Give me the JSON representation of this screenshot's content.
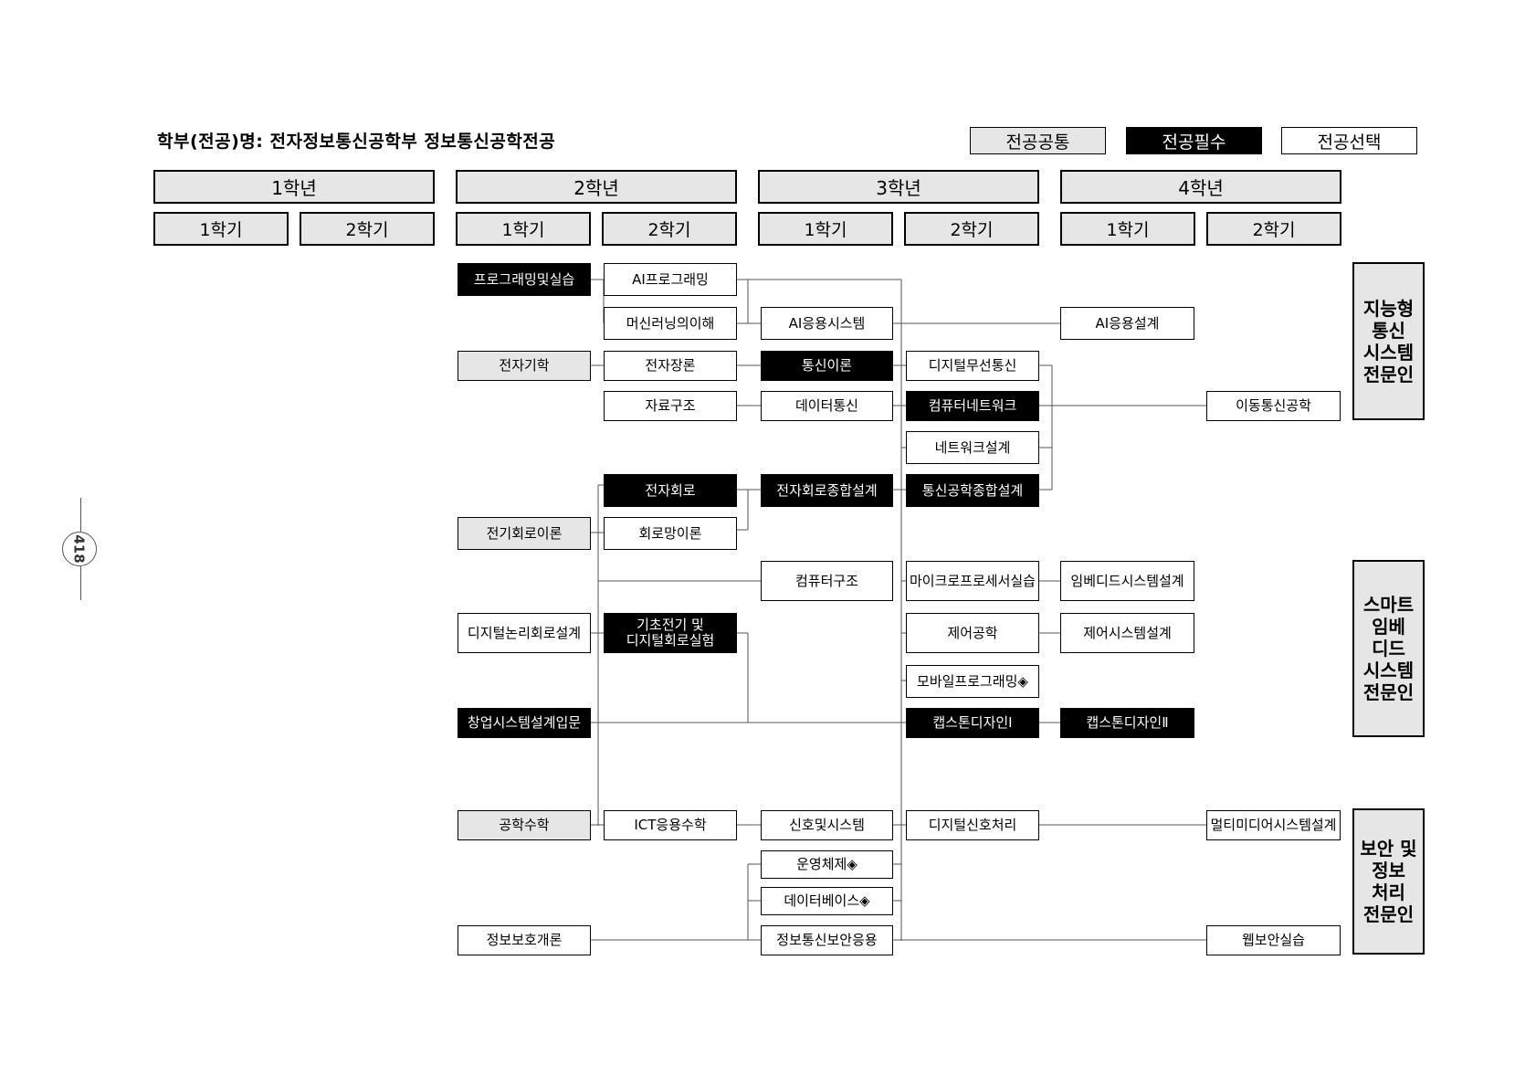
{
  "title": "학부(전공)명:  전자정보통신공학부  정보통신공학전공",
  "legend": {
    "common": "전공공통",
    "required": "전공필수",
    "elective": "전공선택"
  },
  "years": [
    "1학년",
    "2학년",
    "3학년",
    "4학년"
  ],
  "semester_label_1": "1학기",
  "semester_label_2": "2학기",
  "page_number": "418",
  "tracks": [
    "지능형\n통신\n시스템\n전문인",
    "스마트\n임베\n디드\n시스템\n전문인",
    "보안 및\n정보\n처리\n전문인"
  ],
  "course_types": {
    "W": "전공선택",
    "B": "전공필수",
    "G": "전공공통"
  },
  "courses": [
    {
      "id": "prog",
      "label": "프로그래밍및실습",
      "type": "B"
    },
    {
      "id": "aiprog",
      "label": "AI프로그래밍",
      "type": "W"
    },
    {
      "id": "ml",
      "label": "머신러닝의이해",
      "type": "W"
    },
    {
      "id": "aisys",
      "label": "AI응용시스템",
      "type": "W"
    },
    {
      "id": "aidesign",
      "label": "AI응용설계",
      "type": "W"
    },
    {
      "id": "elecphys",
      "label": "전자기학",
      "type": "G"
    },
    {
      "id": "emfield",
      "label": "전자장론",
      "type": "W"
    },
    {
      "id": "commtheory",
      "label": "통신이론",
      "type": "B"
    },
    {
      "id": "dwireless",
      "label": "디지털무선통신",
      "type": "W"
    },
    {
      "id": "datastruct",
      "label": "자료구조",
      "type": "W"
    },
    {
      "id": "datacomm",
      "label": "데이터통신",
      "type": "W"
    },
    {
      "id": "compnet",
      "label": "컴퓨터네트워크",
      "type": "B"
    },
    {
      "id": "mobilecomm",
      "label": "이동통신공학",
      "type": "W"
    },
    {
      "id": "netdesign",
      "label": "네트워크설계",
      "type": "W"
    },
    {
      "id": "circuit",
      "label": "전자회로",
      "type": "B"
    },
    {
      "id": "circuitdesign",
      "label": "전자회로종합설계",
      "type": "B"
    },
    {
      "id": "commdesign",
      "label": "통신공학종합설계",
      "type": "B"
    },
    {
      "id": "eleccircuit",
      "label": "전기회로이론",
      "type": "G"
    },
    {
      "id": "network",
      "label": "회로망이론",
      "type": "W"
    },
    {
      "id": "comparch",
      "label": "컴퓨터구조",
      "type": "W"
    },
    {
      "id": "micro",
      "label": "마이크로프로세서실습",
      "type": "W"
    },
    {
      "id": "embedded",
      "label": "임베디드시스템설계",
      "type": "W"
    },
    {
      "id": "digitallogic",
      "label": "디지털논리회로설계",
      "type": "W"
    },
    {
      "id": "basiclab",
      "label": "기초전기 및\n디지털회로실험",
      "type": "B"
    },
    {
      "id": "control",
      "label": "제어공학",
      "type": "W"
    },
    {
      "id": "controldesign",
      "label": "제어시스템설계",
      "type": "W"
    },
    {
      "id": "mobileprog",
      "label": "모바일프로그래밍◈",
      "type": "W"
    },
    {
      "id": "startup",
      "label": "창업시스템설계입문",
      "type": "B"
    },
    {
      "id": "capstone1",
      "label": "캡스톤디자인Ⅰ",
      "type": "B"
    },
    {
      "id": "capstone2",
      "label": "캡스톤디자인Ⅱ",
      "type": "B"
    },
    {
      "id": "engmath",
      "label": "공학수학",
      "type": "G"
    },
    {
      "id": "ictmath",
      "label": "ICT응용수학",
      "type": "W"
    },
    {
      "id": "signals",
      "label": "신호및시스템",
      "type": "W"
    },
    {
      "id": "dsp",
      "label": "디지털신호처리",
      "type": "W"
    },
    {
      "id": "multimedia",
      "label": "멀티미디어시스템설계",
      "type": "W"
    },
    {
      "id": "os",
      "label": "운영체제◈",
      "type": "W"
    },
    {
      "id": "db",
      "label": "데이터베이스◈",
      "type": "W"
    },
    {
      "id": "infosec",
      "label": "정보보호개론",
      "type": "W"
    },
    {
      "id": "secapp",
      "label": "정보통신보안응용",
      "type": "W"
    },
    {
      "id": "websec",
      "label": "웹보안실습",
      "type": "W"
    }
  ]
}
